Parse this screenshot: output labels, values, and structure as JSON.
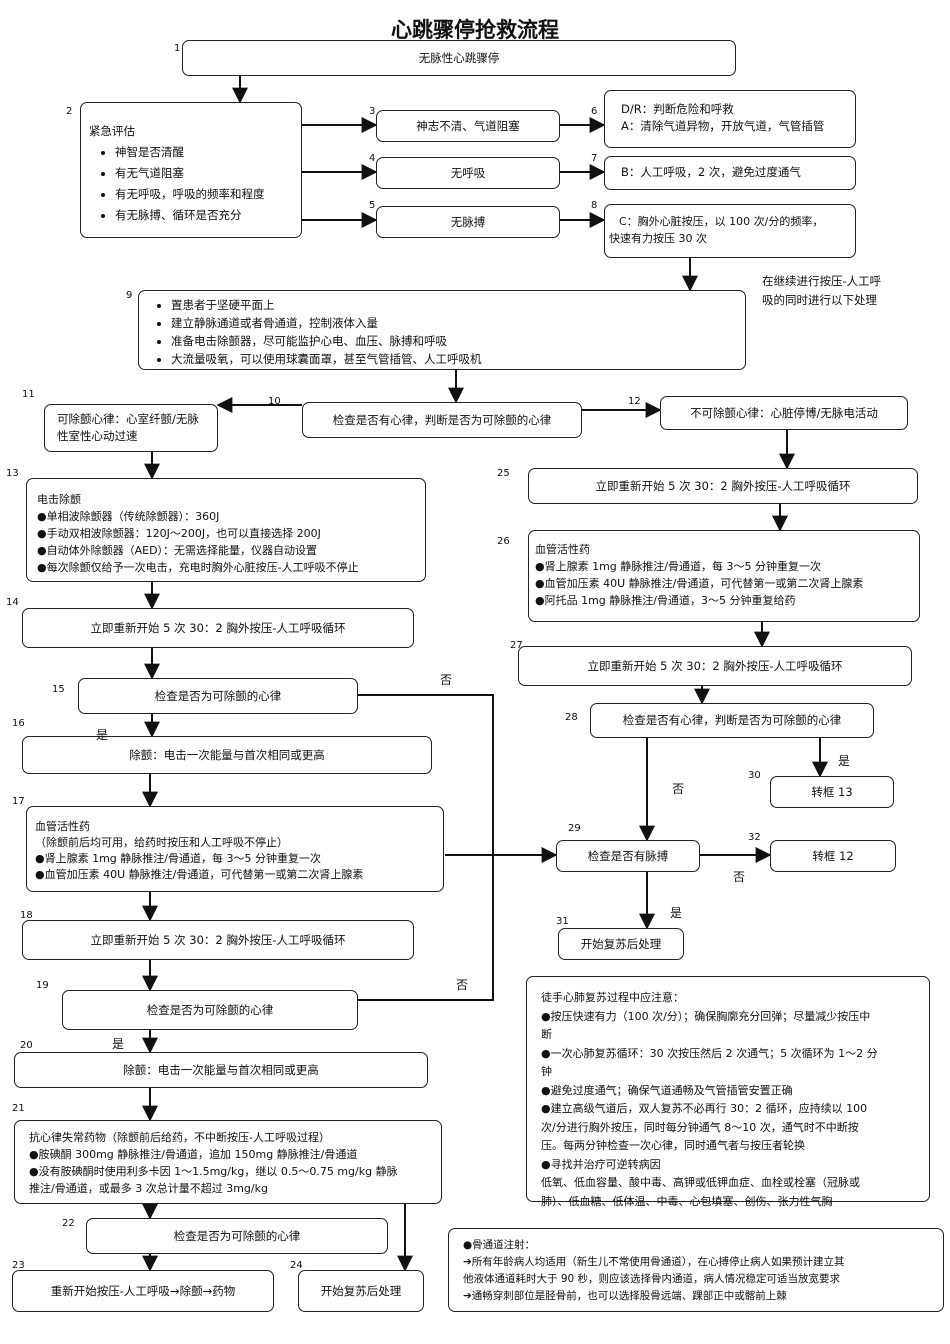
{
  "title": "心跳骤停抢救流程",
  "numbers": [
    "1",
    "2",
    "3",
    "4",
    "5",
    "6",
    "7",
    "8",
    "9",
    "10",
    "11",
    "12",
    "13",
    "14",
    "15",
    "16",
    "17",
    "18",
    "19",
    "20",
    "21",
    "22",
    "23",
    "24",
    "25",
    "26",
    "27",
    "28",
    "29",
    "30",
    "31",
    "32"
  ],
  "b1": "无脉性心跳骤停",
  "b2": {
    "heading": "紧急评估",
    "items": [
      "神智是否清醒",
      "有无气道阻塞",
      "有无呼吸，呼吸的频率和程度",
      "有无脉搏、循环是否充分"
    ]
  },
  "b3": "神志不清、气道阻塞",
  "b4": "无呼吸",
  "b5": "无脉搏",
  "b6": {
    "line1": "D/R：判断危险和呼救",
    "line2": "A：清除气道异物，开放气道，气管插管"
  },
  "b7": "B：人工呼吸，2 次，避免过度通气",
  "b8": {
    "line1": "C：胸外心脏按压，以 100 次/分的频率，",
    "line2": "快速有力按压 30 次"
  },
  "side_note": {
    "line1": "在继续进行按压-人工呼",
    "line2": "吸的同时进行以下处理"
  },
  "b9": {
    "items": [
      "置患者于坚硬平面上",
      "建立静脉通道或者骨通道，控制液体入量",
      "准备电击除颤器，尽可能监护心电、血压、脉搏和呼吸",
      "大流量吸氧，可以使用球囊面罩，甚至气管插管、人工呼吸机"
    ]
  },
  "b10": "检查是否有心律，判断是否为可除颤的心律",
  "b11": {
    "line1": "可除颤心律：心室纤颤/无脉",
    "line2": "性室性心动过速"
  },
  "b12": "不可除颤心律：心脏停博/无脉电活动",
  "b13": {
    "heading": "电击除颤",
    "items": [
      "●单相波除颤器（传统除颤器）：360J",
      "●手动双相波除颤器：120J～200J，也可以直接选择 200J",
      "●自动体外除颤器（AED）：无需选择能量，仪器自动设置",
      "●每次除颤仅给予一次电击，充电时胸外心脏按压-人工呼吸不停止"
    ]
  },
  "b14": "立即重新开始 5 次 30：2 胸外按压-人工呼吸循环",
  "b15": "检查是否为可除颤的心律",
  "b16": "除颤：电击一次能量与首次相同或更高",
  "b17": {
    "heading": "血管活性药",
    "sub": "（除颤前后均可用，给药时按压和人工呼吸不停止）",
    "items": [
      "●肾上腺素 1mg 静脉推注/骨通道，每 3～5 分钟重复一次",
      "●血管加压素 40U 静脉推注/骨通道，可代替第一或第二次肾上腺素"
    ]
  },
  "b18": "立即重新开始 5 次 30：2 胸外按压-人工呼吸循环",
  "b19": "检查是否为可除颤的心律",
  "b20": "除颤：电击一次能量与首次相同或更高",
  "b21": {
    "heading": "抗心律失常药物（除颤前后给药，不中断按压-人工呼吸过程）",
    "items": [
      "●胺碘酮 300mg 静脉推注/骨通道，追加 150mg 静脉推注/骨通道",
      "●没有胺碘酮时使用利多卡因 1～1.5mg/kg，继以 0.5～0.75 mg/kg 静脉",
      "推注/骨通道，或最多 3 次总计量不超过 3mg/kg"
    ]
  },
  "b22": "检查是否为可除颤的心律",
  "b23": "重新开始按压-人工呼吸→除颤→药物",
  "b24": "开始复苏后处理",
  "b25": "立即重新开始 5 次 30：2 胸外按压-人工呼吸循环",
  "b26": {
    "heading": "血管活性药",
    "items": [
      "●肾上腺素 1mg 静脉推注/骨通道，每 3～5 分钟重复一次",
      "●血管加压素 40U 静脉推注/骨通道，可代替第一或第二次肾上腺素",
      "●阿托品 1mg 静脉推注/骨通道，3～5 分钟重复给药"
    ]
  },
  "b27": "立即重新开始 5 次 30：2 胸外按压-人工呼吸循环",
  "b28": "检查是否有心律，判断是否为可除颤的心律",
  "b29": "检查是否有脉搏",
  "b30": "转框 13",
  "b31": "开始复苏后处理",
  "b32": "转框 12",
  "labels": {
    "yes": "是",
    "no": "否"
  },
  "notes": {
    "heading": "徒手心肺复苏过程中应注意：",
    "lines": [
      "●按压快速有力（100 次/分）；确保胸廓充分回弹；尽量减少按压中",
      "断",
      "●一次心肺复苏循环：30 次按压然后 2 次通气；5 次循环为 1～2 分",
      "钟",
      "●避免过度通气；确保气道通畅及气管插管安置正确",
      "●建立高级气道后，双人复苏不必再行 30：2 循环，应持续以 100",
      "次/分进行胸外按压，同时每分钟通气 8～10 次，通气时不中断按",
      "压。每两分钟检查一次心律，同时通气者与按压者轮换",
      "●寻找并治疗可逆转病因",
      "低氧、低血容量、酸中毒、高钾或低钾血症、血栓或栓塞（冠脉或",
      "肺）、低血糖、低体温、中毒、心包填塞、创伤、张力性气胸"
    ]
  },
  "bone": {
    "heading": "●骨通道注射：",
    "lines": [
      "➔所有年龄病人均适用（新生儿不常使用骨通道），在心搏停止病人如果预计建立其",
      "他液体通道耗时大于 90 秒，则应该选择骨内通道，病人情况稳定可适当放宽要求",
      "➔通畅穿刺部位是胫骨前，也可以选择股骨远端、踝部正中或髂前上棘"
    ]
  }
}
